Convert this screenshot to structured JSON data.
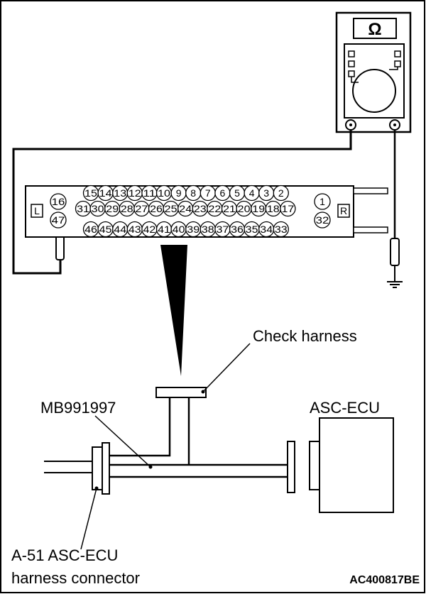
{
  "meter": {
    "symbol": "Ω"
  },
  "connector": {
    "left_side": "L",
    "right_side": "R",
    "left_pins": [
      "16",
      "47"
    ],
    "right_pins": [
      "1",
      "32"
    ],
    "row_top": [
      "15",
      "14",
      "13",
      "12",
      "11",
      "10",
      "9",
      "8",
      "7",
      "6",
      "5",
      "4",
      "3",
      "2"
    ],
    "row_mid": [
      "31",
      "30",
      "29",
      "28",
      "27",
      "26",
      "25",
      "24",
      "23",
      "22",
      "21",
      "20",
      "19",
      "18",
      "17"
    ],
    "row_bottom": [
      "46",
      "45",
      "44",
      "43",
      "42",
      "41",
      "40",
      "39",
      "38",
      "37",
      "36",
      "35",
      "34",
      "33"
    ]
  },
  "labels": {
    "check_harness": "Check harness",
    "mb_tool": "MB991997",
    "asc_ecu": "ASC-ECU",
    "harness_connector_line1": "A-51 ASC-ECU",
    "harness_connector_line2": "harness connector",
    "figure_code": "AC400817BE"
  }
}
